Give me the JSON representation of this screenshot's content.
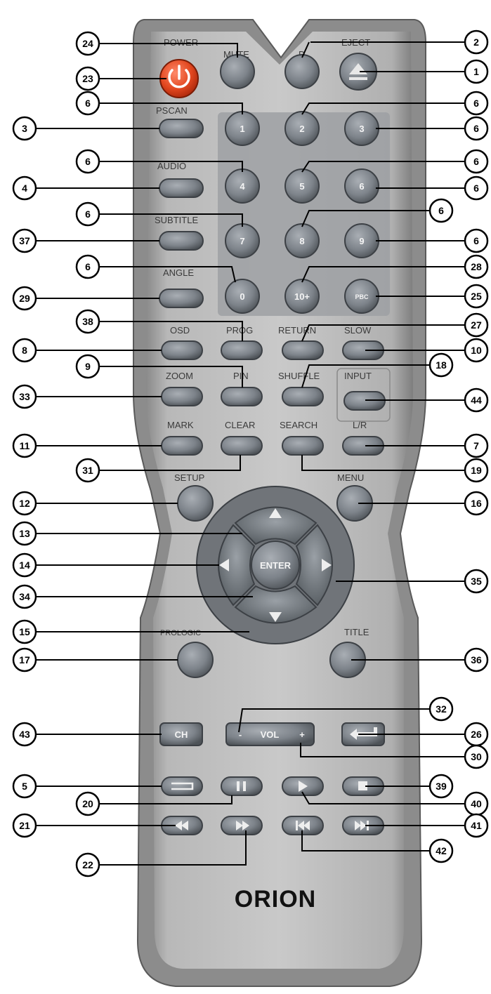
{
  "brand": "ORION",
  "labels": {
    "power": "POWER",
    "mute": "MUTE",
    "d": "D",
    "eject": "EJECT",
    "pscan": "PSCAN",
    "audio": "AUDIO",
    "subtitle": "SUBTITLE",
    "angle": "ANGLE",
    "osd": "OSD",
    "prog": "PROG",
    "return": "RETURN",
    "slow": "SLOW",
    "zoom": "ZOOM",
    "pin": "PIN",
    "shuffle": "SHUFFLE",
    "input": "INPUT",
    "mark": "MARK",
    "clear": "CLEAR",
    "search": "SEARCH",
    "lr": "L/R",
    "setup": "SETUP",
    "menu": "MENU",
    "prologic": "PROLOGIC",
    "title": "TITLE"
  },
  "button_text": {
    "n1": "1",
    "n2": "2",
    "n3": "3",
    "n4": "4",
    "n5": "5",
    "n6": "6",
    "n7": "7",
    "n8": "8",
    "n9": "9",
    "n0": "0",
    "n10": "10+",
    "pbc": "PBC",
    "enter": "ENTER",
    "ch": "CH",
    "vol": "VOL",
    "vol_minus": "-",
    "vol_plus": "+"
  },
  "callouts": {
    "c24": "24",
    "c2": "2",
    "c23": "23",
    "c1": "1",
    "c6a": "6",
    "c6b": "6",
    "c3": "3",
    "c6c": "6",
    "c6d": "6",
    "c6e": "6",
    "c4": "4",
    "c6f": "6",
    "c6g": "6",
    "c6h": "6",
    "c37": "37",
    "c6i": "6",
    "c6j": "6",
    "c28": "28",
    "c29": "29",
    "c25": "25",
    "c38": "38",
    "c27": "27",
    "c8": "8",
    "c10": "10",
    "c9": "9",
    "c18": "18",
    "c33": "33",
    "c44": "44",
    "c11": "11",
    "c7": "7",
    "c31": "31",
    "c19": "19",
    "c12": "12",
    "c16": "16",
    "c13": "13",
    "c14": "14",
    "c35": "35",
    "c34": "34",
    "c15": "15",
    "c17": "17",
    "c36": "36",
    "c32": "32",
    "c43": "43",
    "c26": "26",
    "c30": "30",
    "c5": "5",
    "c39": "39",
    "c20": "20",
    "c40": "40",
    "c21": "21",
    "c41": "41",
    "c42": "42",
    "c22": "22"
  }
}
